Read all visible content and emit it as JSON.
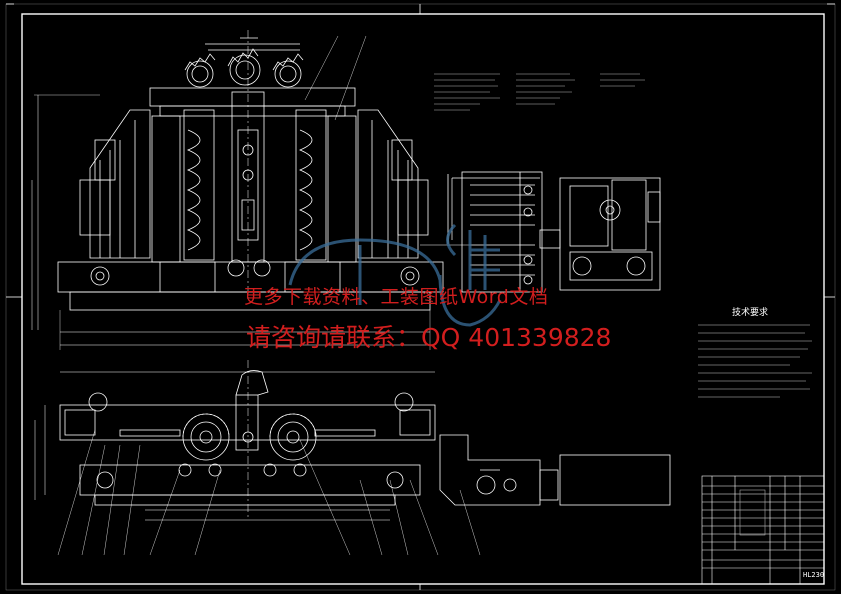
{
  "watermark": {
    "line1": "更多下载资料、工装图纸Word文档",
    "line2": "请咨询请联系：QQ 401339828",
    "color": "#d21e1e"
  },
  "technical_requirements": {
    "title": "技术要求"
  },
  "title_block": {
    "drawing_code": "HL230"
  },
  "colors": {
    "background": "#000000",
    "line": "#ffffff",
    "watermark_logo": "#3a6e9a"
  }
}
